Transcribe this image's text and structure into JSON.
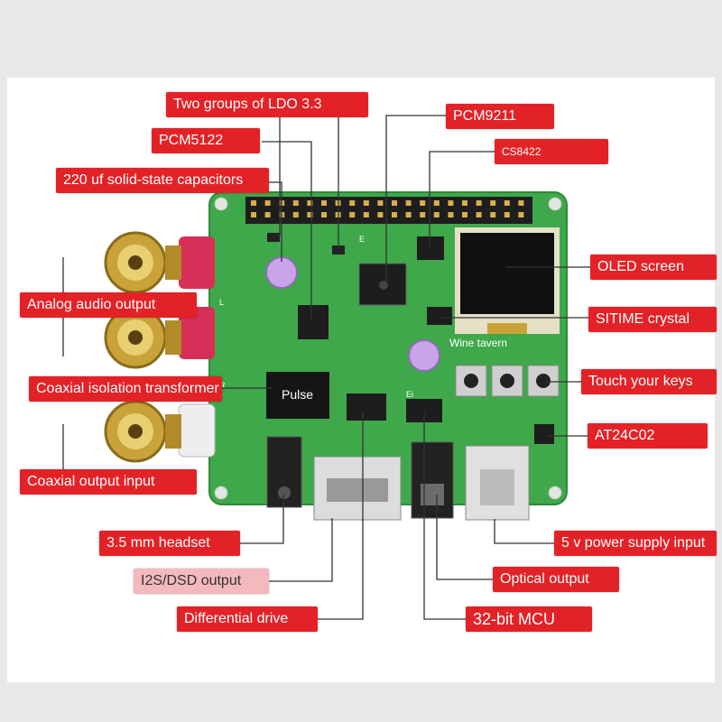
{
  "board": {
    "chip_logo_text": "Pulse",
    "silkscreen_text": "Wine tavern",
    "silk_marks": [
      "E",
      "L",
      "R",
      "Ei"
    ]
  },
  "labels": {
    "two_groups": "Two groups of LDO 3.3",
    "pcm9211": "PCM9211",
    "pcm5122": "PCM5122",
    "cs8422": "CS8422",
    "cap220": "220 uf solid-state capacitors",
    "oled": "OLED screen",
    "analog": "Analog audio output",
    "sitime": "SITIME crystal",
    "coaxial_iso": "Coaxial isolation transformer",
    "touch": "Touch your keys",
    "at24": "AT24C02",
    "coaxial_out": "Coaxial output input",
    "headset": "3.5 mm headset",
    "power": "5 v power supply input",
    "i2s": "I2S/DSD output",
    "optical": "Optical output",
    "differential": "Differential drive",
    "mcu": "32-bit MCU"
  },
  "colors": {
    "label_bg": "#e32227",
    "label_text": "#ffffff",
    "pcb": "#3fa84a",
    "leader_line": "#333333"
  }
}
